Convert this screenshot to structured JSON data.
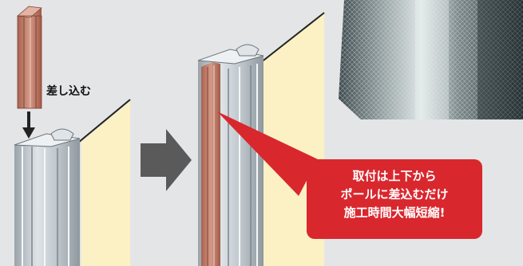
{
  "labels": {
    "insert_instruction": "差し込む"
  },
  "callout": {
    "lines": [
      "取付は上下から",
      "ポールに差込むだけ",
      "施工時間大幅短縮!"
    ],
    "color": "#d9272e"
  },
  "colors": {
    "background": "#e4e5e6",
    "wall": "#fbf1c4",
    "pole_aluminum": "#c4cbd0",
    "inserted_strip": "#c47f6e",
    "arrow": "#5a5a5a"
  }
}
